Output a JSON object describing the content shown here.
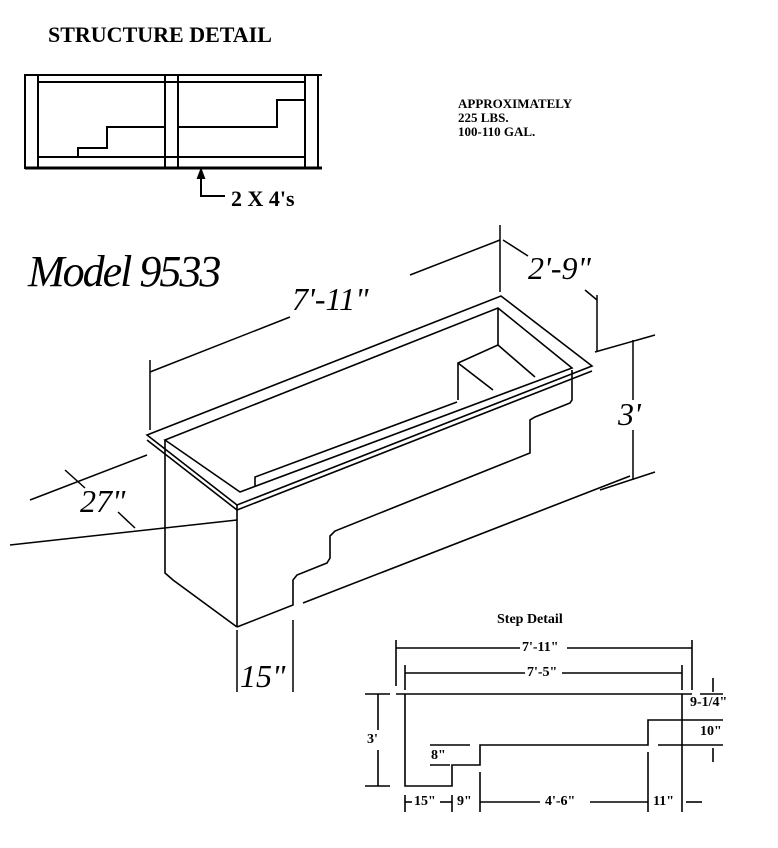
{
  "structure": {
    "title": "STRUCTURE DETAIL",
    "lumber_label": "2 X 4's"
  },
  "specs": {
    "line1": "APPROXIMATELY",
    "weight": "225 LBS.",
    "capacity": "100-110 GAL."
  },
  "model": {
    "name": "Model 9533",
    "length": "7'-11\"",
    "width": "2'-9\"",
    "height": "3'",
    "step_depth": "27\"",
    "step_width": "15\""
  },
  "step_detail": {
    "title": "Step Detail",
    "overall_length": "7'-11\"",
    "inner_length": "7'-5\"",
    "height": "3'",
    "step_rise_1": "8\"",
    "top_offset": "9-1/4\"",
    "step_rise_2": "10\"",
    "seg_1": "15\"",
    "seg_2": "9\"",
    "seg_3": "4'-6\"",
    "seg_4": "11\""
  }
}
